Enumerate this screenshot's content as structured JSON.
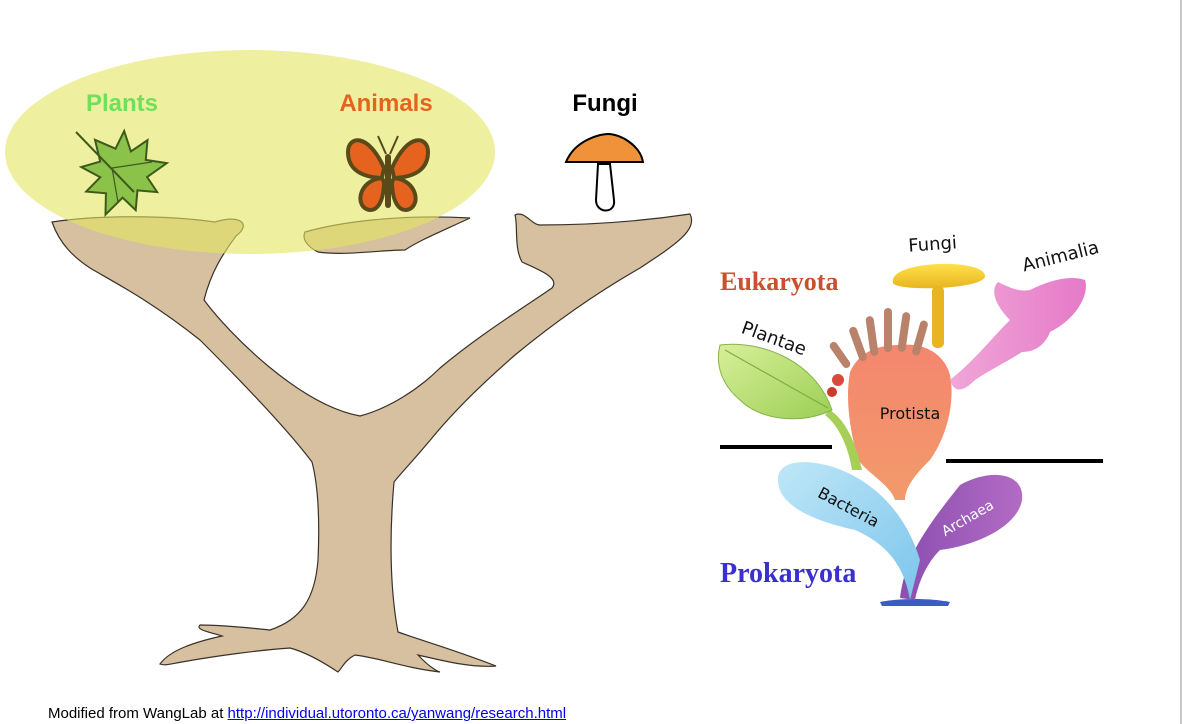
{
  "left_tree": {
    "labels": {
      "plants": "Plants",
      "animals": "Animals",
      "fungi": "Fungi"
    },
    "colors": {
      "plants": "#6ee05a",
      "animals": "#e5631f",
      "fungi": "#000000",
      "trunk": "#d6c0a0",
      "highlight": "#e2e660"
    },
    "icons": {
      "plants": "maple-leaf-icon",
      "animals": "butterfly-icon",
      "fungi": "mushroom-icon"
    }
  },
  "right_tree": {
    "group_labels": {
      "eukaryota": "Eukaryota",
      "prokaryota": "Prokaryota"
    },
    "kingdom_labels": {
      "fungi": "Fungi",
      "animalia": "Animalia",
      "plantae": "Plantae",
      "protista": "Protista",
      "bacteria": "Bacteria",
      "archaea": "Archaea"
    },
    "colors": {
      "eukaryota": "#c8512e",
      "prokaryota": "#3a2fd0"
    }
  },
  "footer": {
    "prefix": "Modified from WangLab at",
    "link_text": "http://individual.utoronto.ca/yanwang/research.html"
  }
}
